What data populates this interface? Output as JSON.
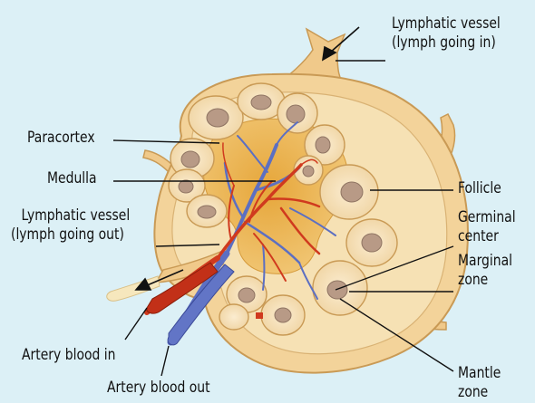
{
  "labels": {
    "lymph_in": [
      "Lymphatic vessel",
      "(lymph going in)"
    ],
    "paracortex": "Paracortex",
    "medulla": "Medulla",
    "lymph_out": [
      "Lymphatic vessel",
      "(lymph going out)"
    ],
    "artery_in": "Artery blood in",
    "artery_out": "Artery blood out",
    "follicle": "Follicle",
    "germinal": [
      "Germinal",
      "center"
    ],
    "marginal": [
      "Marginal",
      "zone"
    ],
    "mantle": [
      "Mantle",
      "zone"
    ]
  },
  "colors": {
    "background": "#dcf0f6",
    "capsule": "#f3d39a",
    "cortex": "#f6e1b4",
    "medulla": "#e9b24a",
    "follicle": "#f8e6c2",
    "germinal_center": "#b89a86",
    "artery": "#d03a1e",
    "vein": "#5c6fc2"
  }
}
